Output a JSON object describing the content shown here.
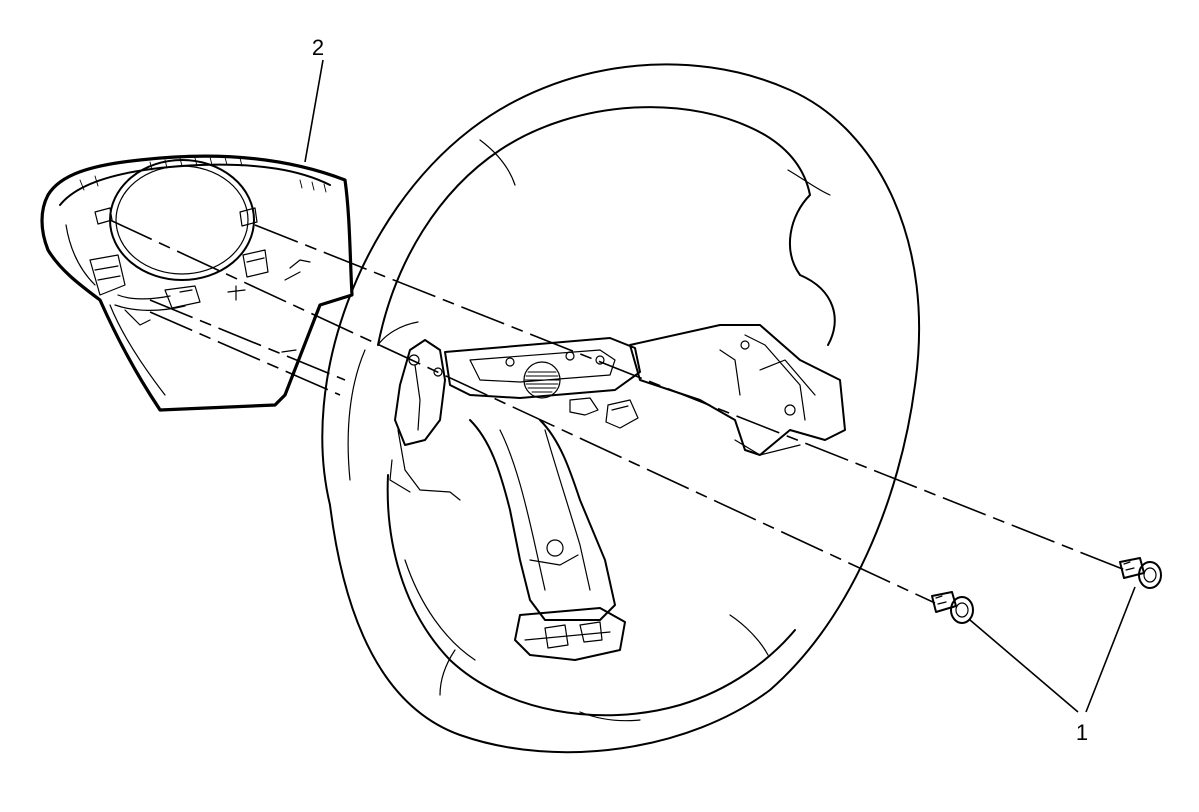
{
  "diagram": {
    "callouts": [
      {
        "id": "callout-1",
        "label": "1"
      },
      {
        "id": "callout-2",
        "label": "2"
      }
    ],
    "line_color": "#000000",
    "background": "#ffffff"
  }
}
